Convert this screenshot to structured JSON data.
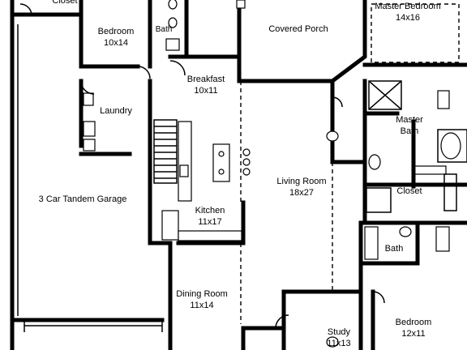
{
  "rooms": {
    "closet_top": {
      "name": "Closet"
    },
    "bedroom_top": {
      "name": "Bedroom",
      "size": "10x14"
    },
    "bath_top": {
      "name": "Bath"
    },
    "covered_porch": {
      "name": "Covered Porch"
    },
    "master_bedroom": {
      "name": "Master Bedroom",
      "size": "14x16"
    },
    "breakfast": {
      "name": "Breakfast",
      "size": "10x11"
    },
    "laundry": {
      "name": "Laundry"
    },
    "master_bath": {
      "name": "Master",
      "name2": "Bath"
    },
    "living_room": {
      "name": "Living Room",
      "size": "18x27"
    },
    "garage": {
      "name": "3 Car Tandem Garage"
    },
    "closet_master": {
      "name": "Closet"
    },
    "kitchen": {
      "name": "Kitchen",
      "size": "11x17"
    },
    "bath_right": {
      "name": "Bath"
    },
    "dining_room": {
      "name": "Dining Room",
      "size": "11x14"
    },
    "study": {
      "name": "Study",
      "size": "11x13"
    },
    "bedroom_bottom": {
      "name": "Bedroom",
      "size": "12x11"
    }
  }
}
